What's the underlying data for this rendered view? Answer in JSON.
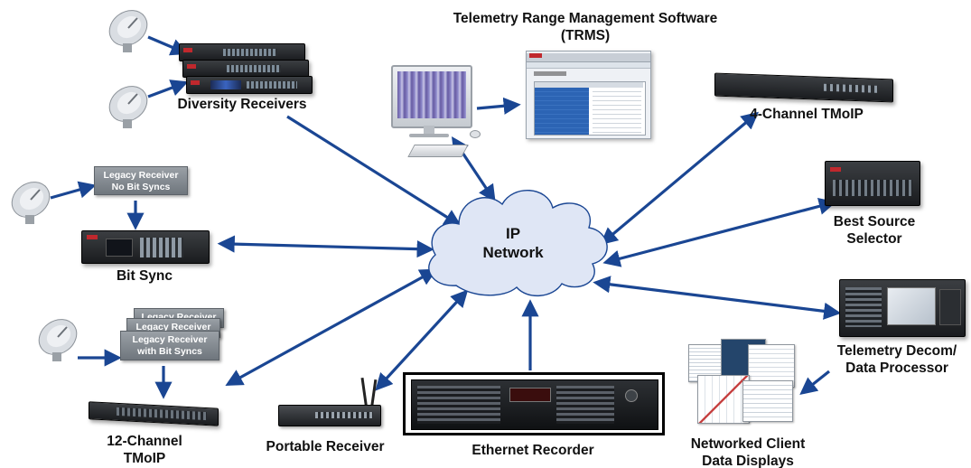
{
  "colors": {
    "arrow": "#1a4693",
    "cloud_fill": "#dfe6f5",
    "cloud_stroke": "#1a4693",
    "device_dark": "#1c1e21",
    "graybox": "#7a8188",
    "recorder_border": "#000000"
  },
  "trms": {
    "title_line1": "Telemetry Range Management Software",
    "title_line2": "(TRMS)"
  },
  "cloud": {
    "line1": "IP",
    "line2": "Network"
  },
  "labels": {
    "diversity_receivers": "Diversity Receivers",
    "bit_sync": "Bit Sync",
    "tmoip_4": "4-Channel TMoIP",
    "best_source_line1": "Best Source",
    "best_source_line2": "Selector",
    "decom_line1": "Telemetry Decom/",
    "decom_line2": "Data Processor",
    "tmoip_12_line1": "12-Channel",
    "tmoip_12_line2": "TMoIP",
    "portable_receiver": "Portable Receiver",
    "ethernet_recorder": "Ethernet Recorder",
    "client_line1": "Networked Client",
    "client_line2": "Data Displays"
  },
  "boxes": {
    "legacy_no_bitsync_line1": "Legacy Receiver",
    "legacy_no_bitsync_line2": "No Bit Syncs",
    "legacy_back1": "Legacy Receiver",
    "legacy_back2": "Legacy Receiver",
    "legacy_front_line1": "Legacy Receiver",
    "legacy_front_line2": "with Bit Syncs"
  },
  "icons": [
    "satellite-dish-icon",
    "rack-receiver-icon",
    "monitor-icon",
    "keyboard-icon",
    "mouse-icon",
    "cloud-icon",
    "recorder-icon",
    "antenna-icon",
    "client-displays-icon"
  ]
}
